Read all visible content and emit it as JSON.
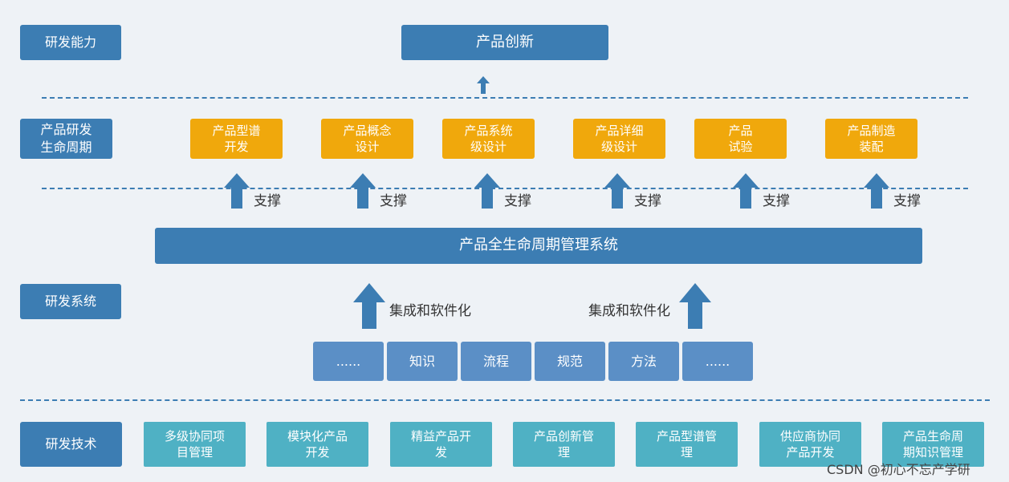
{
  "levels": {
    "capability": "研发能力",
    "lifecycle": "产品研发\n生命周期",
    "system": "研发系统",
    "technology": "研发技术"
  },
  "top_box": "产品创新",
  "lifecycle_stages": [
    "产品型谱\n开发",
    "产品概念\n设计",
    "产品系统\n级设计",
    "产品详细\n级设计",
    "产品\n试验",
    "产品制造\n装配"
  ],
  "support_label": "支撑",
  "plm_system": "产品全生命周期管理系统",
  "integration_label": "集成和软件化",
  "system_elements": [
    "......",
    "知识",
    "流程",
    "规范",
    "方法",
    "......"
  ],
  "technologies": [
    "多级协同项\n目管理",
    "模块化产品\n开发",
    "精益产品开\n发",
    "产品创新管\n理",
    "产品型谱管\n理",
    "供应商协同\n产品开发",
    "产品生命周\n期知识管理"
  ],
  "watermark": "CSDN @初心不忘产学研",
  "colors": {
    "blue": "#3c7db3",
    "orange": "#f0a80c",
    "mid_blue": "#5b8fc6",
    "teal": "#4fb1c4"
  }
}
